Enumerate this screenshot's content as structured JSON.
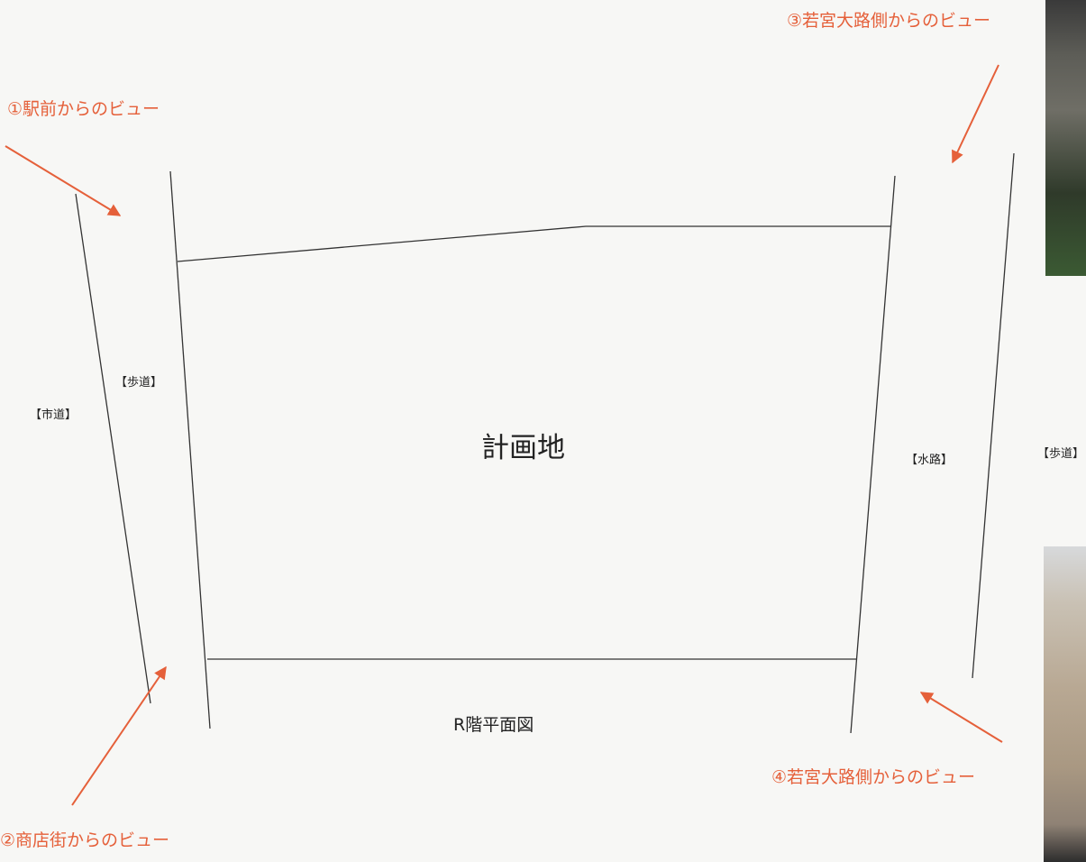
{
  "views": {
    "v1": "①駅前からのビュー",
    "v2": "②商店街からのビュー",
    "v3": "③若宮大路側からのビュー",
    "v4": "④若宮大路側からのビュー"
  },
  "labels": {
    "city_road": "【市道】",
    "sidewalk_left": "【歩道】",
    "waterway": "【水路】",
    "sidewalk_right": "【歩道】",
    "site": "計画地",
    "plan_title": "R階平面図"
  },
  "colors": {
    "line": "#333333",
    "arrow": "#e5603a"
  },
  "photos": [
    "photo-top",
    "photo-bottom"
  ]
}
